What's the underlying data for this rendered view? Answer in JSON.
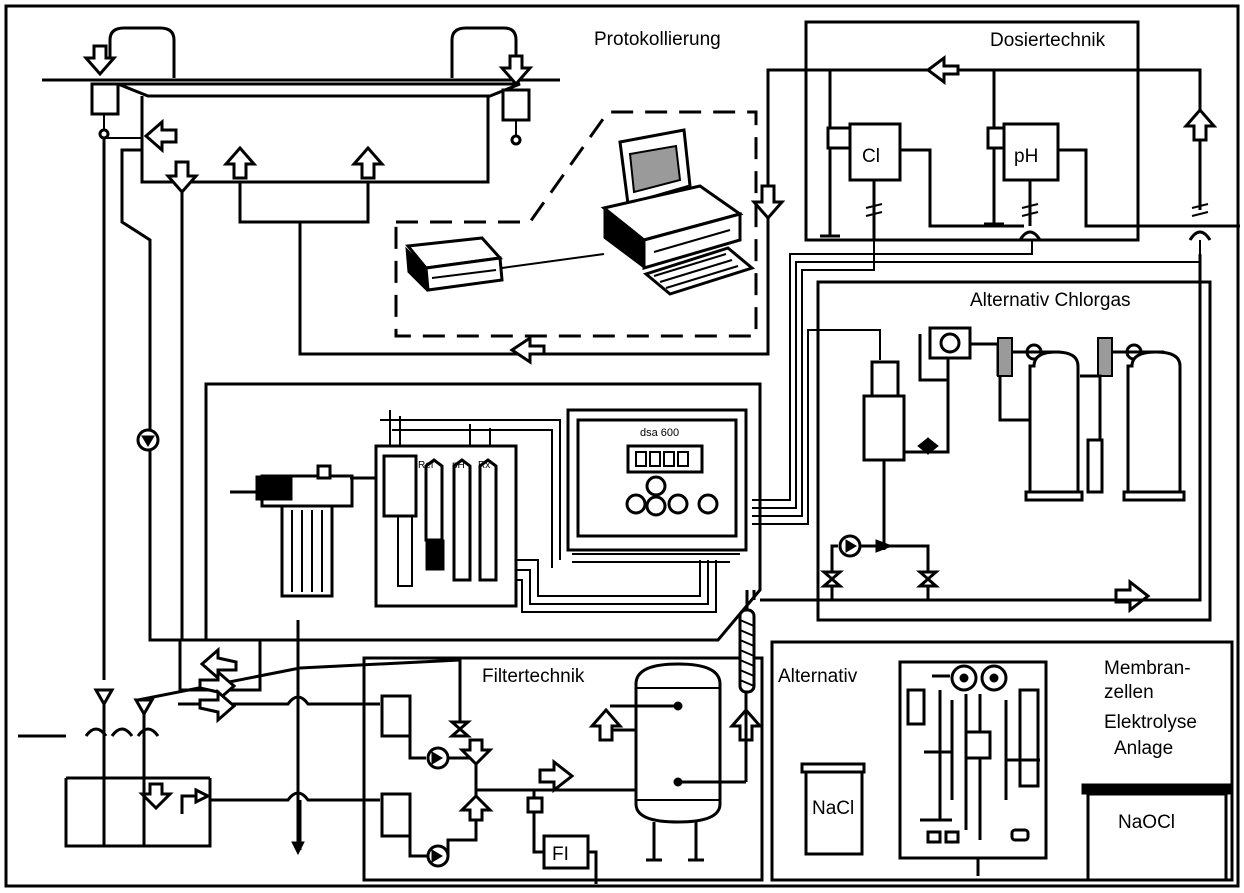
{
  "diagram": {
    "section_labels": {
      "protocol": "Protokollierung",
      "dosing": "Dosiertechnik",
      "chlorine_gas": "Alternativ Chlorgas",
      "filter": "Filtertechnik",
      "alternative": "Alternativ",
      "membrane": [
        "Membran-",
        "zellen",
        "Elektrolyse",
        "Anlage"
      ]
    },
    "component_labels": {
      "chlorine_sensor": "Cl",
      "ph_sensor": "pH",
      "flow_indicator": "FI",
      "nacl": "NaCl",
      "naocl": "NaOCl",
      "controller_brand": "dsa 600",
      "probe_labels": [
        "Ref",
        "pH",
        "Rx"
      ]
    }
  }
}
